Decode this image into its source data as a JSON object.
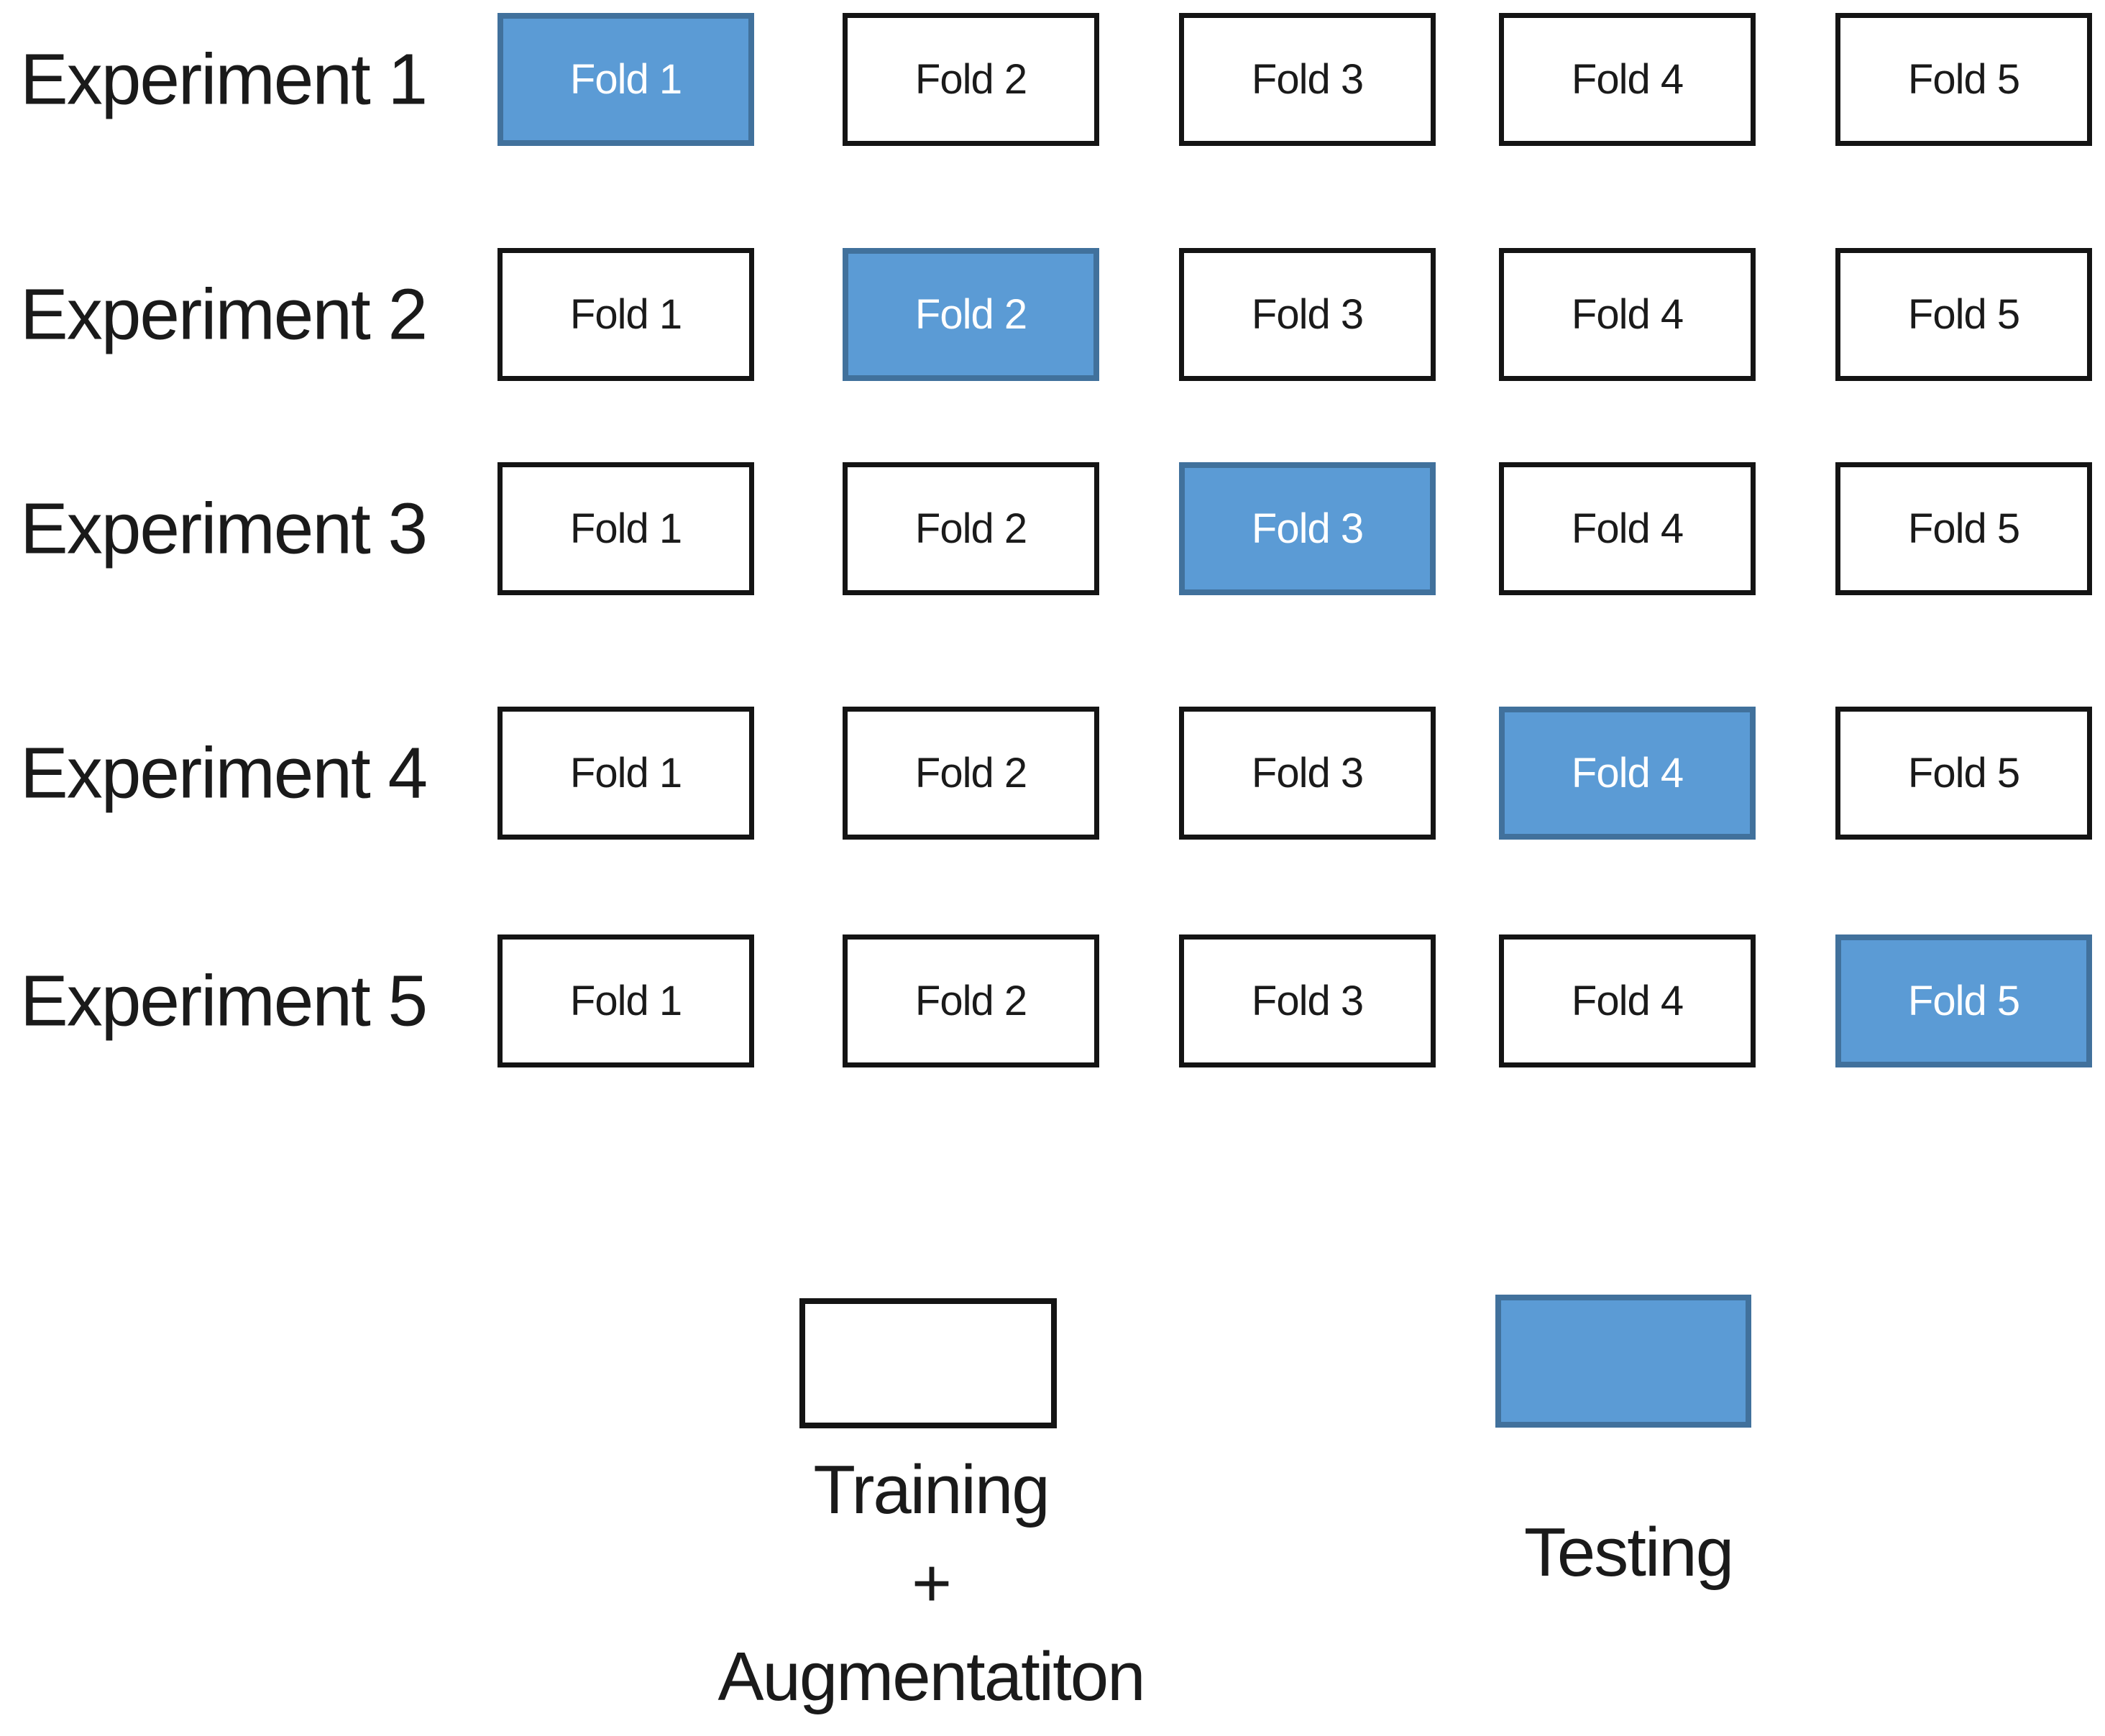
{
  "experiments": [
    {
      "label": "Experiment 1",
      "folds": [
        {
          "label": "Fold 1",
          "role": "testing"
        },
        {
          "label": "Fold 2",
          "role": "training"
        },
        {
          "label": "Fold 3",
          "role": "training"
        },
        {
          "label": "Fold 4",
          "role": "training"
        },
        {
          "label": "Fold 5",
          "role": "training"
        }
      ]
    },
    {
      "label": "Experiment 2",
      "folds": [
        {
          "label": "Fold 1",
          "role": "training"
        },
        {
          "label": "Fold 2",
          "role": "testing"
        },
        {
          "label": "Fold 3",
          "role": "training"
        },
        {
          "label": "Fold 4",
          "role": "training"
        },
        {
          "label": "Fold 5",
          "role": "training"
        }
      ]
    },
    {
      "label": "Experiment 3",
      "folds": [
        {
          "label": "Fold 1",
          "role": "training"
        },
        {
          "label": "Fold 2",
          "role": "training"
        },
        {
          "label": "Fold 3",
          "role": "testing"
        },
        {
          "label": "Fold 4",
          "role": "training"
        },
        {
          "label": "Fold 5",
          "role": "training"
        }
      ]
    },
    {
      "label": "Experiment 4",
      "folds": [
        {
          "label": "Fold 1",
          "role": "training"
        },
        {
          "label": "Fold 2",
          "role": "training"
        },
        {
          "label": "Fold 3",
          "role": "training"
        },
        {
          "label": "Fold 4",
          "role": "testing"
        },
        {
          "label": "Fold 5",
          "role": "training"
        }
      ]
    },
    {
      "label": "Experiment 5",
      "folds": [
        {
          "label": "Fold 1",
          "role": "training"
        },
        {
          "label": "Fold 2",
          "role": "training"
        },
        {
          "label": "Fold 3",
          "role": "training"
        },
        {
          "label": "Fold 4",
          "role": "training"
        },
        {
          "label": "Fold 5",
          "role": "testing"
        }
      ]
    }
  ],
  "legend": {
    "training": {
      "lines": [
        "Training",
        "+",
        "Augmentatiton"
      ]
    },
    "testing": {
      "label": "Testing"
    }
  },
  "colors": {
    "testing_fill": "#5B9BD5",
    "testing_border": "#41719C",
    "testing_text": "#FFFFFF",
    "training_fill": "#FFFFFF",
    "training_border": "#141414",
    "text": "#1A1A1A"
  }
}
